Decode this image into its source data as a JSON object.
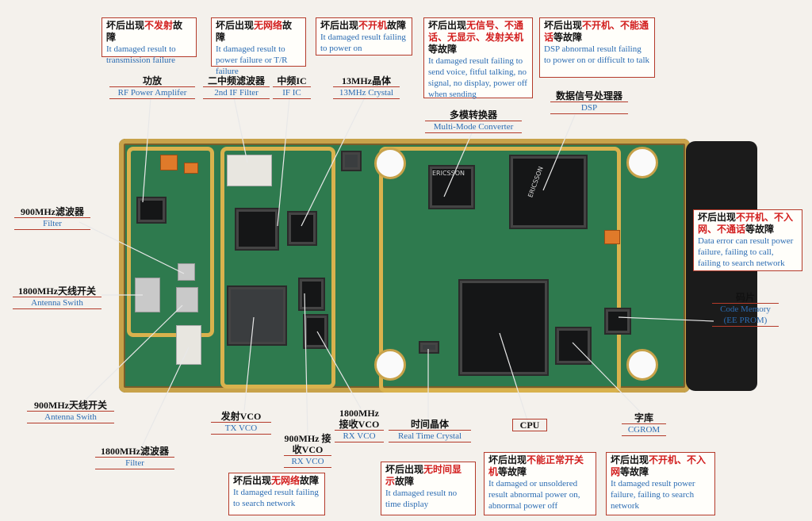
{
  "callouts": {
    "pa_fault": {
      "pre": "坏后出现",
      "hl": "不发射",
      "post": "故障",
      "en": "It damaged result to transmission failure"
    },
    "if_fault": {
      "pre": "坏后出现",
      "hl": "无网络",
      "post": "故障",
      "en": "It damaged result to power failure or T/R failure"
    },
    "crystal_fault": {
      "pre": "坏后出现",
      "hl": "不开机",
      "post": "故障",
      "en": "It damaged result failing to power on"
    },
    "mmc_fault": {
      "pre": "坏后出现",
      "hl": "无信号、不通话、无显示、发射关机",
      "post": "等故障",
      "en": "It damaged result failing to send voice, fitful talking, no signal, no display, power off when sending"
    },
    "dsp_fault": {
      "pre": "坏后出现",
      "hl": "不开机、不能通话",
      "post": "等故障",
      "en": "DSP abnormal result failing to power on or difficult to talk"
    },
    "eeprom_fault": {
      "pre": "坏后出现",
      "hl": "不开机、不入网、不通话",
      "post": "等故障",
      "en": "Data error can result power failure, failing to call, failing to search network"
    },
    "vco_fault": {
      "pre": "坏后出现",
      "hl": "无网络",
      "post": "故障",
      "en": "It damaged result failing to search network"
    },
    "rtc_fault": {
      "pre": "坏后出现",
      "hl": "无时间显示",
      "post": "故障",
      "en": "It damaged result no time display"
    },
    "cpu_fault": {
      "pre": "坏后出现",
      "hl": "不能正常开关机",
      "post": "等故障",
      "en": "It damaged or unsoldered result abnormal power on, abnormal power off"
    },
    "cgrom_fault": {
      "pre": "坏后出现",
      "hl": "不开机、不入网",
      "post": "等故障",
      "en": "It damaged result power failure, failing to search network"
    }
  },
  "labels": {
    "pa": {
      "cn": "功放",
      "en": "RF Power Amplifer"
    },
    "if2": {
      "cn": "二中频滤波器",
      "en": "2nd IF Filter"
    },
    "ific": {
      "cn": "中频IC",
      "en": "IF IC"
    },
    "crystal13": {
      "cn": "13MHz晶体",
      "en": "13MHz Crystal"
    },
    "mmc": {
      "cn": "多模转换器",
      "en": "Multi-Mode Converter"
    },
    "dsp": {
      "cn": "数据信号处理器",
      "en": "DSP"
    },
    "filter900": {
      "cn": "900MHz滤波器",
      "en": "Filter"
    },
    "ant1800": {
      "cn": "1800MHz天线开关",
      "en": "Antenna Swith"
    },
    "eeprom": {
      "cn": "码片",
      "en": "Code Memory (EE PROM)"
    },
    "ant900": {
      "cn": "900MHz天线开关",
      "en": "Antenna Swith"
    },
    "filter1800": {
      "cn": "1800MHz滤波器",
      "en": "Filter"
    },
    "txvco": {
      "cn": "发射VCO",
      "en": "TX VCO"
    },
    "rxvco900": {
      "cn": "900MHz 接收VCO",
      "en": "RX VCO"
    },
    "rxvco1800": {
      "cn": "1800MHz 接收VCO",
      "en": "RX VCO"
    },
    "rtc": {
      "cn": "时间晶体",
      "en": "Real Time Crystal"
    },
    "cpu": {
      "cn": "CPU",
      "en": ""
    },
    "cgrom": {
      "cn": "字库",
      "en": "CGROM"
    }
  },
  "pcb_text": {
    "ericsson1": "ERICSSON",
    "ericsson2": "ERICSSON"
  },
  "colors": {
    "label_en": "#2b6cb3",
    "highlight": "#d21e1e",
    "box_border": "#b43a2a",
    "board": "#2e7a4e"
  }
}
